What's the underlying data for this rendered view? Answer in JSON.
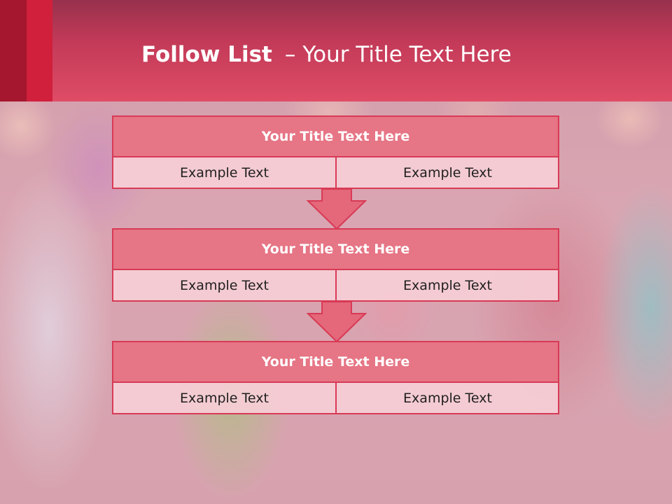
{
  "slide": {
    "title_bold": "Follow List",
    "title_separator": "–",
    "title_rest": "Your Title Text Here"
  },
  "blocks": [
    {
      "title": "Your Title Text Here",
      "left": "Example Text",
      "right": "Example Text"
    },
    {
      "title": "Your Title Text Here",
      "left": "Example Text",
      "right": "Example Text"
    },
    {
      "title": "Your Title Text Here",
      "left": "Example Text",
      "right": "Example Text"
    }
  ],
  "colors": {
    "header": "#df4c66",
    "accent_dark": "#a5172f",
    "accent_mid": "#d0203c",
    "block_title_fill": "#e67585",
    "block_border": "#d83a55",
    "cell_fill": "#f6ced6"
  },
  "icons": [
    "down-arrow-icon"
  ]
}
